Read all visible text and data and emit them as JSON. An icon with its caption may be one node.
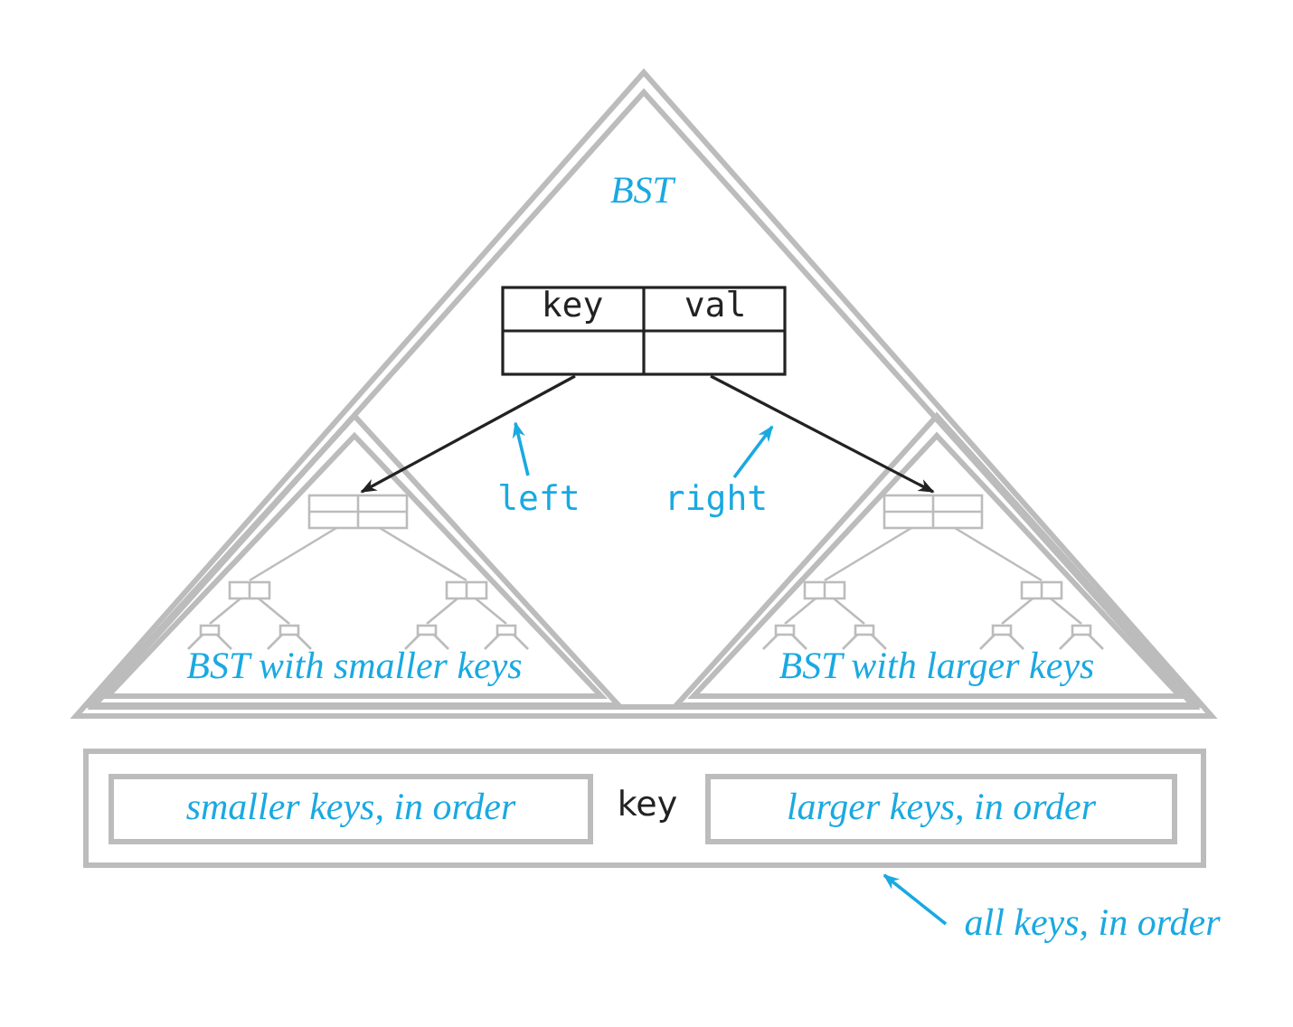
{
  "diagram": {
    "nodes": [
      {
        "text": [
          "BST"
        ]
      },
      {
        "text": [
          "key",
          "val"
        ],
        "in": 0
      },
      {
        "text": [
          "BST with smaller keys"
        ],
        "in": 0
      },
      {
        "text": [
          "BST with larger keys"
        ],
        "in": 0
      },
      {
        "text": [
          "key"
        ]
      },
      {
        "text": [
          "smaller keys, in order"
        ],
        "in": 4
      },
      {
        "text": [
          "larger keys, in order"
        ],
        "in": 4
      },
      {
        "text": [
          "left"
        ],
        "in": 0
      },
      {
        "text": [
          "right"
        ],
        "in": 0
      },
      {
        "text": [
          "all keys, in order"
        ]
      }
    ],
    "edges": [
      {
        "from": 1,
        "to": 2,
        "arrow": "to",
        "color": "#222222"
      },
      {
        "from": 1,
        "to": 3,
        "arrow": "to",
        "color": "#222222"
      },
      {
        "from": 7,
        "to": null,
        "arrow": "to",
        "color": "#1aa9e1"
      },
      {
        "from": 8,
        "to": null,
        "arrow": "to",
        "color": "#1aa9e1"
      },
      {
        "from": 9,
        "to": 4,
        "arrow": "to",
        "color": "#1aa9e1"
      }
    ]
  }
}
